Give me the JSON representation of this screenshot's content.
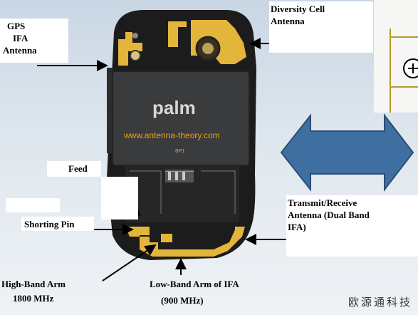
{
  "diagram": {
    "labels": {
      "gps": [
        "GPS",
        "IFA",
        "Antenna"
      ],
      "diversity": [
        "Diversity Cell",
        "Antenna"
      ],
      "feed": "Feed",
      "shorting_pin": "Shorting Pin",
      "transmit": [
        "Transmit/Receive",
        "Antenna (Dual Band",
        "IFA)"
      ],
      "high_band": [
        "High-Band Arm",
        "1800 MHz"
      ],
      "low_band": [
        "Low-Band Arm of IFA",
        "(900 MHz)"
      ]
    },
    "phone": {
      "brand": "palm",
      "website": "www.antenna-theory.com",
      "battery_code": "BP1"
    },
    "watermark": "欧源通科技",
    "colors": {
      "antenna_trace": "#e3b53a",
      "phone_body": "#1c1c1c",
      "battery": "#3a3b3c",
      "double_arrow": "#3f6fa0",
      "website_text": "#e8a417"
    }
  }
}
